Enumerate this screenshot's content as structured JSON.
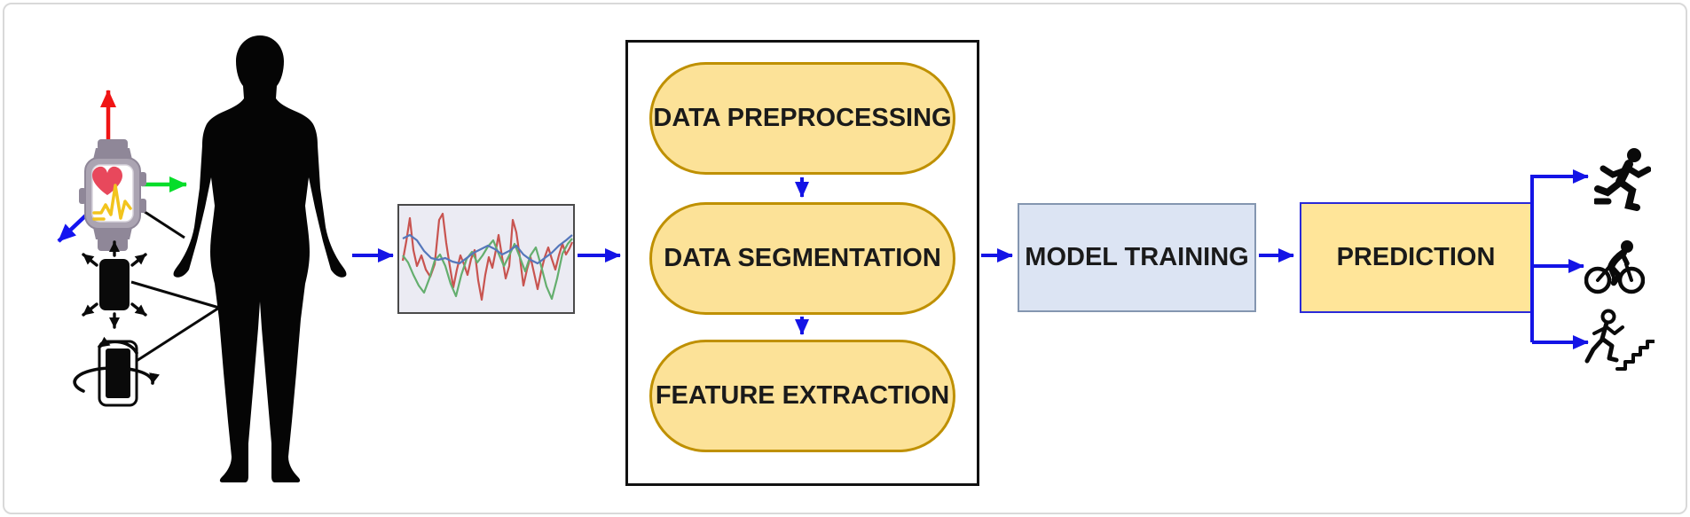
{
  "diagram": {
    "title_implicit": "wearable sensor human activity recognition pipeline",
    "pipeline": {
      "steps": [
        {
          "label": "DATA PREPROCESSING"
        },
        {
          "label": "DATA SEGMENTATION"
        },
        {
          "label": "FEATURE EXTRACTION"
        }
      ]
    },
    "model_training": {
      "label": "MODEL TRAINING"
    },
    "prediction": {
      "label": "PREDICTION"
    }
  },
  "sensors": {
    "smartwatch_icon": "smartwatch-heart-rate-icon",
    "accelerometer_icon": "smartphone-accelerometer-icon",
    "gyroscope_icon": "smartphone-gyroscope-icon",
    "subject": "human-silhouette",
    "axes": [
      {
        "name": "vertical-axis-arrow",
        "color": "#f01414"
      },
      {
        "name": "horizontal-axis-arrow",
        "color": "#06dd2a"
      },
      {
        "name": "depth-axis-arrow",
        "color": "#1414f0"
      }
    ]
  },
  "signal_plot": {
    "series": [
      {
        "name": "signal-x",
        "color": "#c85450"
      },
      {
        "name": "signal-y",
        "color": "#64ae6e"
      },
      {
        "name": "signal-z",
        "color": "#5577bb"
      }
    ]
  },
  "activities": [
    {
      "name": "running"
    },
    {
      "name": "cycling"
    },
    {
      "name": "stair-climbing"
    }
  ],
  "colors": {
    "arrow_blue": "#1414e6",
    "pill_fill": "#fce298",
    "pill_border": "#bf9000",
    "pipeline_border": "#111111",
    "mt_fill": "#dce4f3",
    "mt_border": "#8496b0",
    "pred_fill": "#ffe599",
    "pred_border": "#2a2ad8",
    "frame_border": "#d9d9d9"
  }
}
